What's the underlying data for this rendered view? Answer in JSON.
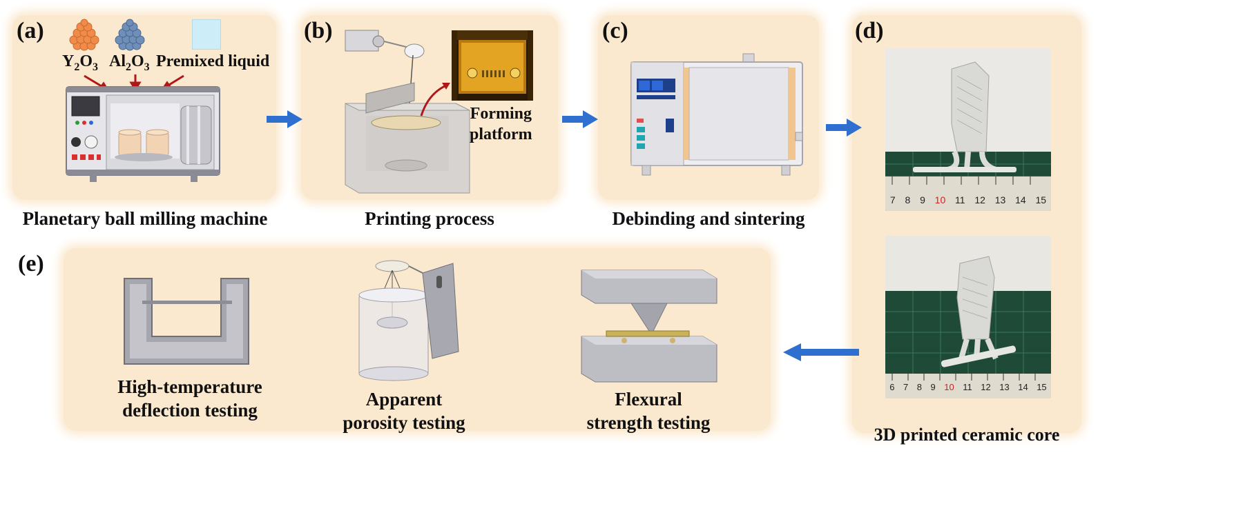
{
  "panels": {
    "a": {
      "label": "(a)",
      "caption": "Planetary ball milling machine",
      "materials": [
        {
          "base": "Y",
          "sub1": "2",
          "mid": "O",
          "sub2": "3"
        },
        {
          "base": "Al",
          "sub1": "2",
          "mid": "O",
          "sub2": "3"
        },
        {
          "text": "Premixed liquid"
        }
      ]
    },
    "b": {
      "label": "(b)",
      "caption": "Printing process",
      "inset_label_line1": "Forming",
      "inset_label_line2": "platform"
    },
    "c": {
      "label": "(c)",
      "caption": "Debinding and sintering"
    },
    "d": {
      "label": "(d)",
      "caption": "3D printed ceramic core",
      "ruler_top": [
        "7",
        "8",
        "9",
        "10",
        "11",
        "12",
        "13",
        "14",
        "15"
      ],
      "ruler_bottom": [
        "6",
        "7",
        "8",
        "9",
        "10",
        "11",
        "12",
        "13",
        "14",
        "15"
      ]
    },
    "e": {
      "label": "(e)",
      "tests": [
        {
          "line1": "High-temperature",
          "line2": "deflection testing"
        },
        {
          "line1": "Apparent",
          "line2": "porosity testing"
        },
        {
          "line1": "Flexural",
          "line2": "strength testing"
        }
      ]
    }
  },
  "colors": {
    "panel_bg": "#fbe9cf",
    "arrow": "#2f6fd0",
    "red_arrow": "#b01818",
    "highlight_tick": "#d81c1c",
    "cutting_mat": "#1f4a38"
  }
}
